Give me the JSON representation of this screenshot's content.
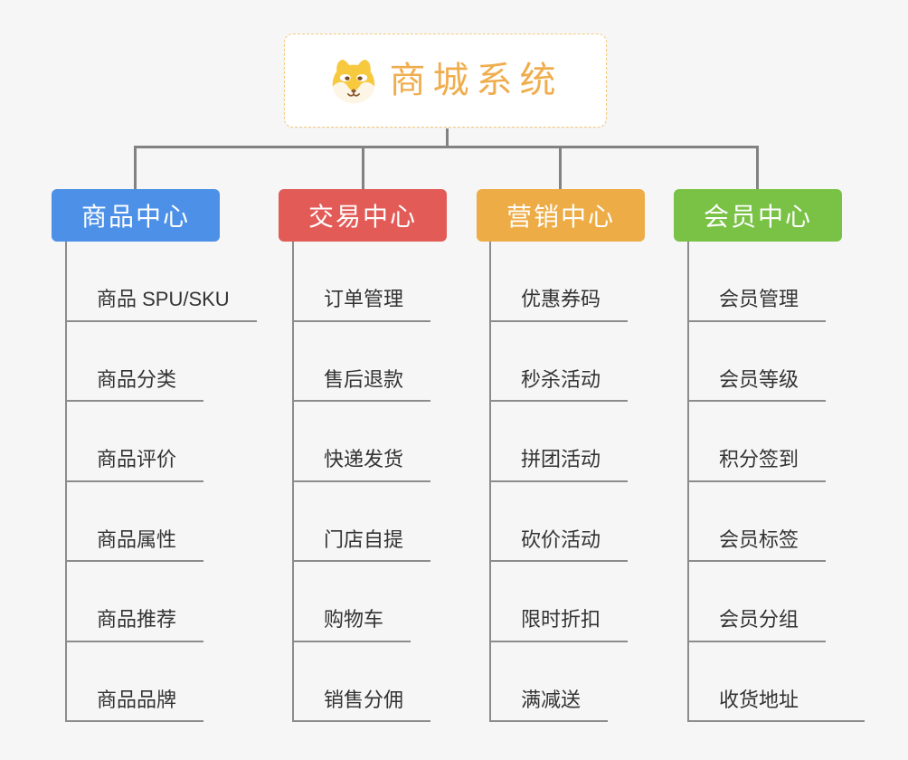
{
  "page": {
    "background": "#F6F6F6"
  },
  "root": {
    "title": "商城系统",
    "icon": "shiba-dog-icon",
    "title_color": "#F0AD4D",
    "border_color": "#F4C97E"
  },
  "connector_color": "#828282",
  "item_line_color": "#8C8C8C",
  "branches": [
    {
      "label": "商品中心",
      "color": "#4C90E8",
      "items": [
        "商品 SPU/SKU",
        "商品分类",
        "商品评价",
        "商品属性",
        "商品推荐",
        "商品品牌"
      ]
    },
    {
      "label": "交易中心",
      "color": "#E25B57",
      "items": [
        "订单管理",
        "售后退款",
        "快递发货",
        "门店自提",
        "购物车",
        "销售分佣"
      ]
    },
    {
      "label": "营销中心",
      "color": "#EDAC45",
      "items": [
        "优惠券码",
        "秒杀活动",
        "拼团活动",
        "砍价活动",
        "限时折扣",
        "满减送"
      ]
    },
    {
      "label": "会员中心",
      "color": "#79C245",
      "items": [
        "会员管理",
        "会员等级",
        "积分签到",
        "会员标签",
        "会员分组",
        "收货地址"
      ]
    }
  ]
}
